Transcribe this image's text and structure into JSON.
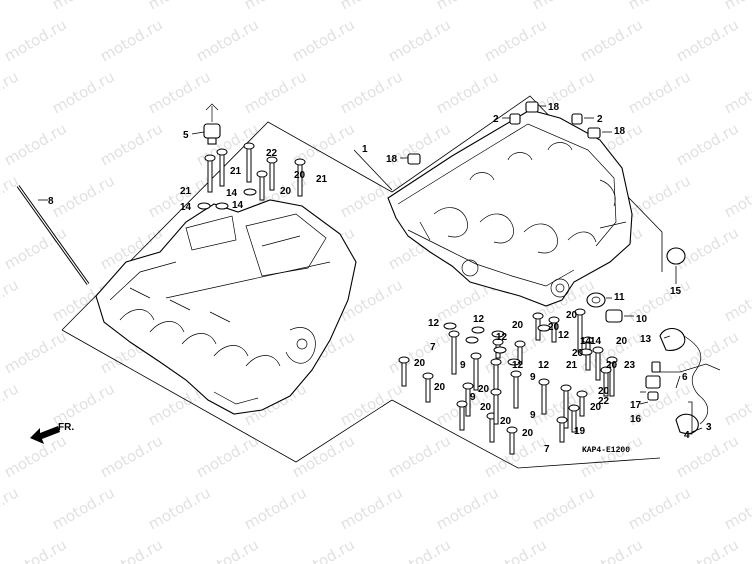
{
  "watermark": "motod.ru",
  "diagram_code": "KAP4-E1200",
  "direction_label": "FR.",
  "callouts": [
    "1",
    "2",
    "2",
    "3",
    "4",
    "5",
    "6",
    "7",
    "7",
    "8",
    "9",
    "9",
    "9",
    "9",
    "10",
    "11",
    "12",
    "12",
    "12",
    "12",
    "12",
    "12",
    "13",
    "14",
    "14",
    "14",
    "14",
    "14",
    "15",
    "16",
    "17",
    "18",
    "18",
    "18",
    "19",
    "20",
    "20",
    "20",
    "20",
    "20",
    "20",
    "20",
    "20",
    "20",
    "20",
    "20",
    "20",
    "20",
    "20",
    "20",
    "20",
    "21",
    "21",
    "21",
    "21",
    "22",
    "22",
    "23"
  ]
}
